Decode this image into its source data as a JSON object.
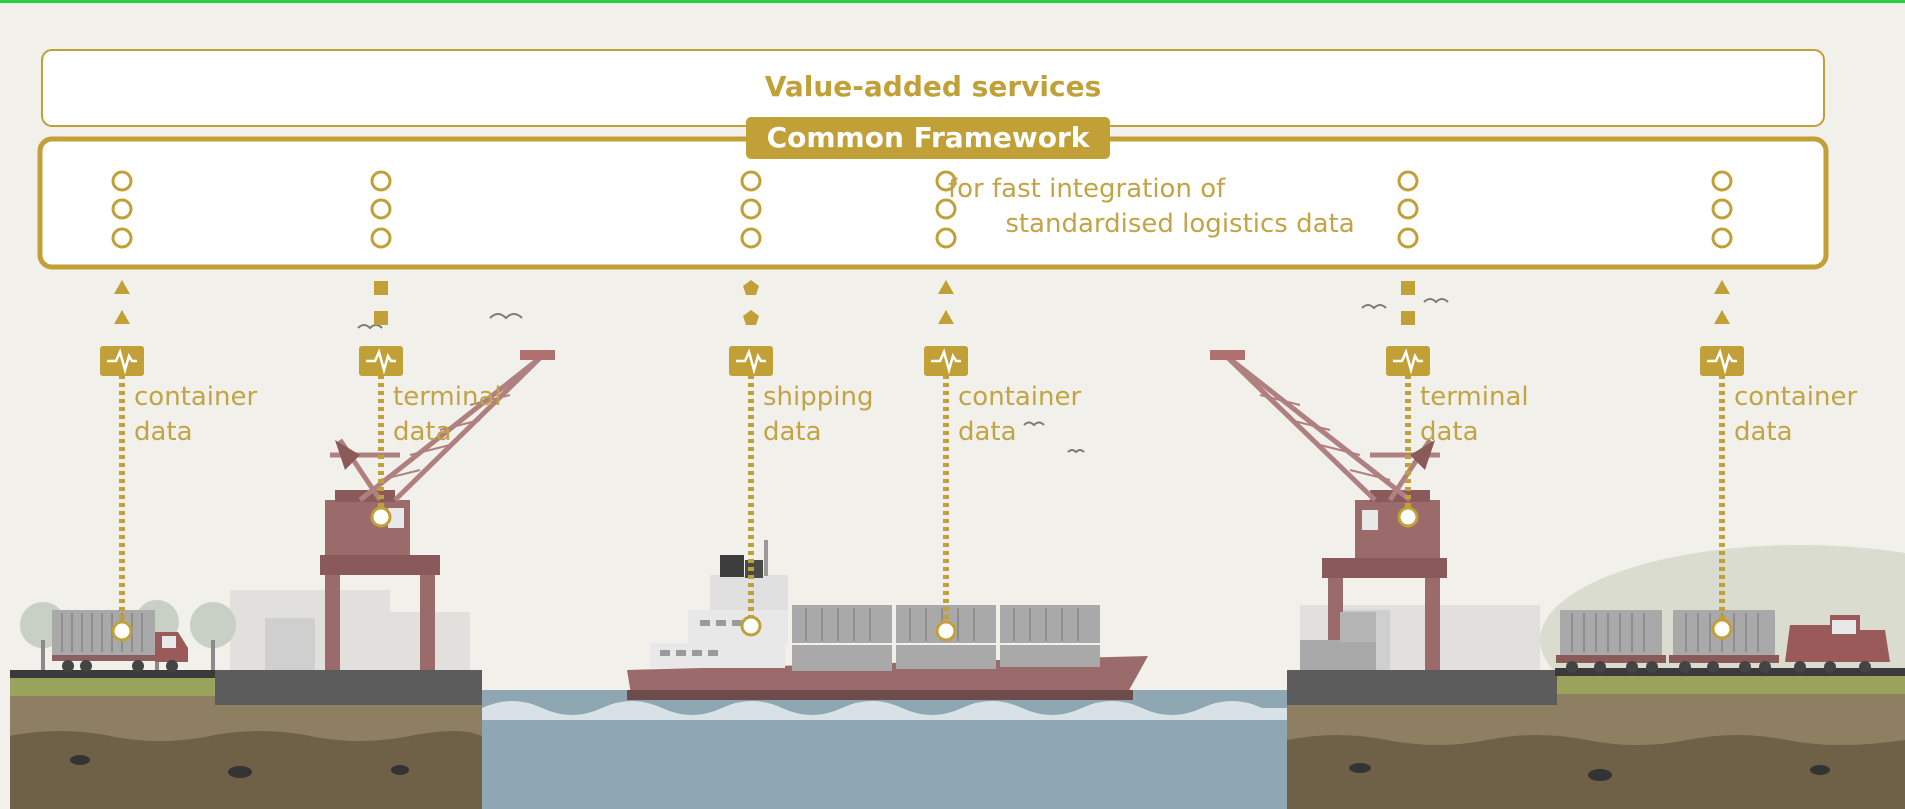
{
  "top_bar": {
    "title": "Value-added services"
  },
  "framework": {
    "badge": "Common Framework",
    "description_line1": "for fast integration of",
    "description_line2": "standardised logistics data"
  },
  "feeds": [
    {
      "line1": "container",
      "line2": "data",
      "marker": "triangle",
      "source": "truck"
    },
    {
      "line1": "terminal",
      "line2": "data",
      "marker": "square",
      "source": "crane"
    },
    {
      "line1": "shipping",
      "line2": "data",
      "marker": "pentagon",
      "source": "ship"
    },
    {
      "line1": "container",
      "line2": "data",
      "marker": "triangle",
      "source": "ship-containers"
    },
    {
      "line1": "terminal",
      "line2": "data",
      "marker": "square",
      "source": "crane"
    },
    {
      "line1": "container",
      "line2": "data",
      "marker": "triangle",
      "source": "train"
    }
  ],
  "colors": {
    "gold": "#c1a037",
    "crane": "#9b6a6a",
    "water": "#8fa7b3",
    "ground": "#8f7f62",
    "grass": "#9aa35c",
    "background": "#f1f0ea",
    "frame": "#2ecc40"
  }
}
